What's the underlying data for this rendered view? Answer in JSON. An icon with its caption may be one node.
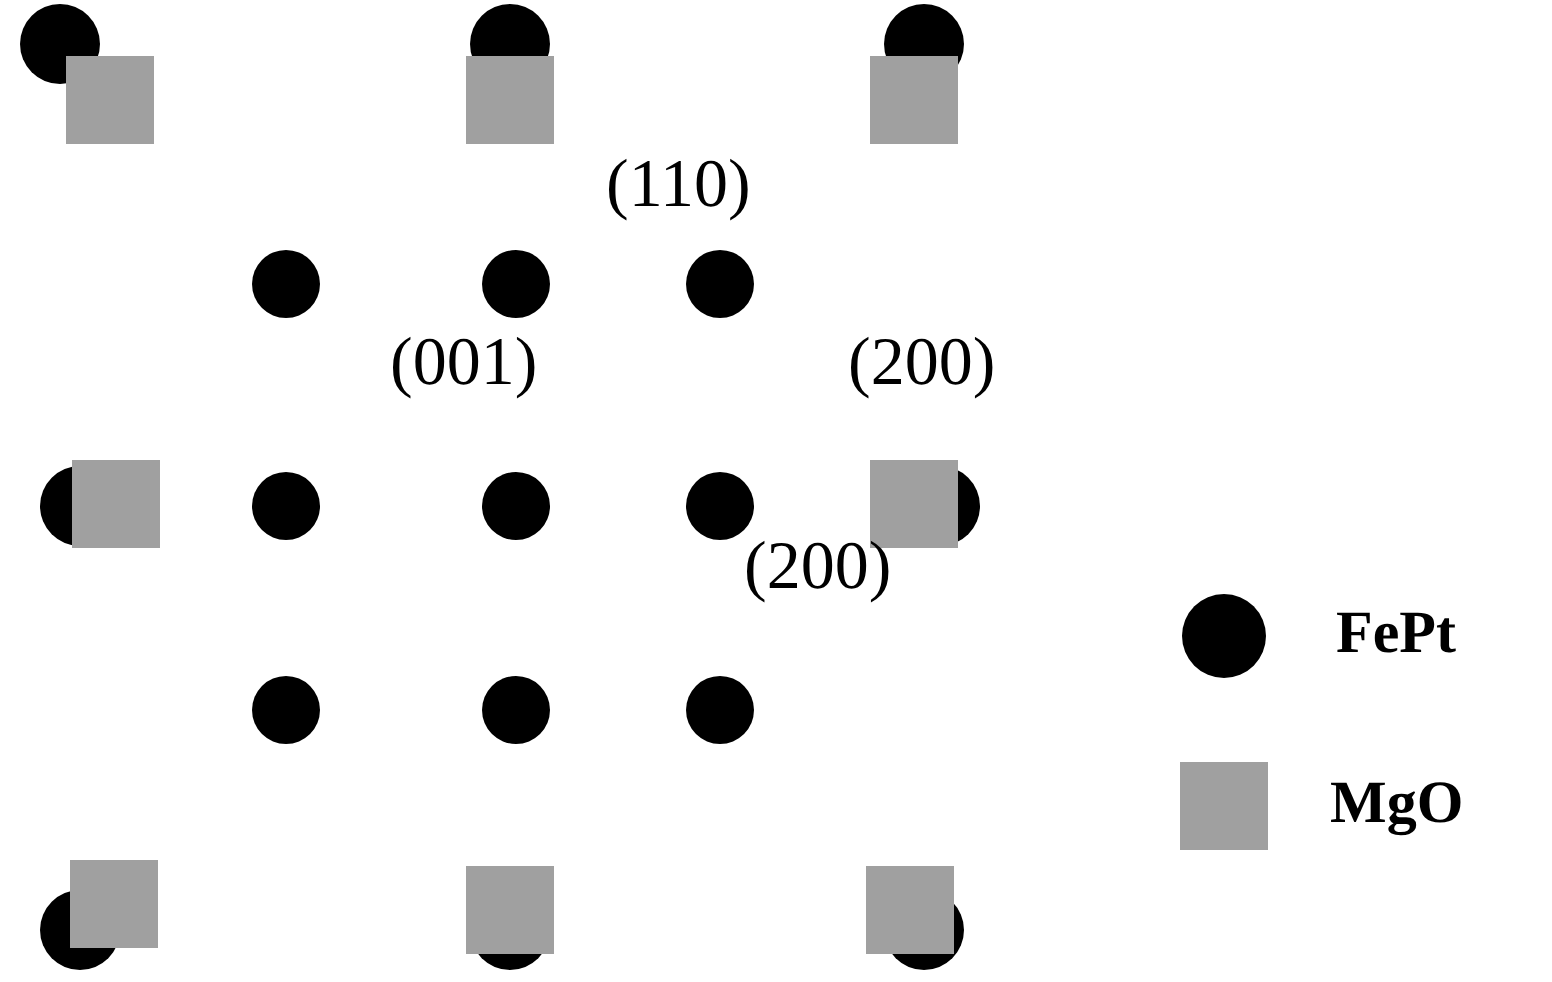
{
  "diagram": {
    "labels": [
      "(110)",
      "(001)",
      "(200)",
      "(200)"
    ],
    "legend": [
      {
        "text": "FePt",
        "color": "#000000"
      },
      {
        "text": "MgO",
        "color": "#a0a0a0"
      }
    ]
  }
}
